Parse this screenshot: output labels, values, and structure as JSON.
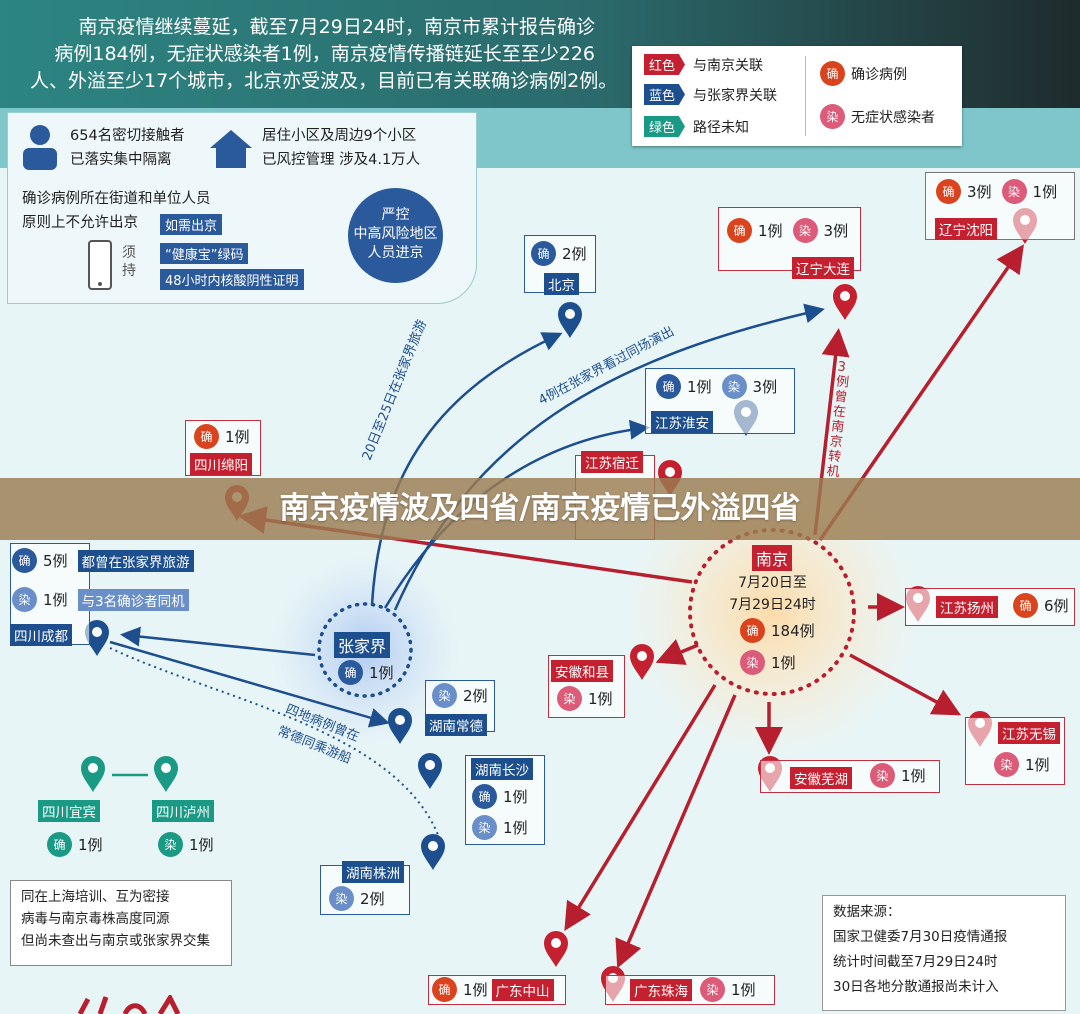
{
  "header": {
    "summary": [
      "南京疫情继续蔓延，截至7月29日24时，南京市累计报告确诊",
      "病例184例，无症状感染者1例，南京疫情传播链延长至至少226",
      "人、外溢至少17个城市，北京亦受波及，目前已有关联确诊病例2例。"
    ]
  },
  "legend": {
    "red_tag": "红色",
    "red_text": "与南京关联",
    "blue_tag": "蓝色",
    "blue_text": "与张家界关联",
    "green_tag": "绿色",
    "green_text": "路径未知",
    "confirmed_icon": "确",
    "confirmed_text": "确诊病例",
    "asym_icon": "染",
    "asym_text": "无症状感染者"
  },
  "measures": {
    "contacts_1": "654名密切接触者",
    "contacts_2": "已落实集中隔离",
    "community_1": "居住小区及周边9个小区",
    "community_2": "已风控管理 涉及4.1万人",
    "street_1": "确诊病例所在街道和单位人员",
    "street_2": "原则上不允许出京",
    "if_leave": "如需出京",
    "must": "须持",
    "code": "“健康宝”绿码",
    "test": "48小时内核酸阴性证明",
    "strict": [
      "严控",
      "中高风险地区",
      "人员进京"
    ]
  },
  "icons": {
    "q": "确",
    "r": "染"
  },
  "cities": {
    "beijing": {
      "name": "北京",
      "q": "2例"
    },
    "dalian": {
      "name": "辽宁大连",
      "q": "1例",
      "r": "3例"
    },
    "shenyang": {
      "name": "辽宁沈阳",
      "q": "3例",
      "r": "1例"
    },
    "huaian": {
      "name": "江苏淮安",
      "q": "1例",
      "r": "3例"
    },
    "mianyang": {
      "name": "四川绵阳",
      "q": "1例"
    },
    "suqian": {
      "name": "江苏宿迁"
    },
    "chengdu": {
      "name": "四川成都",
      "q": "5例",
      "q_note": "都曾在张家界旅游",
      "r": "1例",
      "r_note": "与3名确诊者同机"
    },
    "zhangjiajie": {
      "name": "张家界",
      "q": "1例"
    },
    "changde": {
      "name": "湖南常德",
      "r": "2例"
    },
    "changsha": {
      "name": "湖南长沙",
      "q": "1例",
      "r": "1例"
    },
    "zhuzhou": {
      "name": "湖南株洲",
      "r": "2例"
    },
    "yibin": {
      "name": "四川宜宾",
      "q": "1例"
    },
    "luzhou": {
      "name": "四川泸州",
      "r": "1例"
    },
    "nanjing": {
      "name": "南京",
      "date1": "7月20日至",
      "date2": "7月29日24时",
      "q": "184例",
      "r": "1例"
    },
    "yangzhou": {
      "name": "江苏扬州",
      "q": "6例"
    },
    "hexian": {
      "name": "安徽和县",
      "r": "1例"
    },
    "wuhu": {
      "name": "安徽芜湖",
      "r": "1例"
    },
    "wuxi": {
      "name": "江苏无锡",
      "r": "1例"
    },
    "zhongshan": {
      "name": "广东中山",
      "q": "1例"
    },
    "zhuhai": {
      "name": "广东珠海",
      "r": "1例"
    }
  },
  "routes": {
    "zjj_tour": "20日至25日在张家界旅游",
    "show": "4例在张家界看过同场演出",
    "transfer": "3例曾在南京转机",
    "boat_1": "四地病例曾在",
    "boat_2": "常德同乘游船"
  },
  "note": [
    "同在上海培训、互为密接",
    "病毒与南京毒株高度同源",
    "但尚未查出与南京或张家界交集"
  ],
  "source": [
    "数据来源：",
    "国家卫健委7月30日疫情通报",
    "统计时间截至7月29日24时",
    "30日各地分散通报尚未计入"
  ],
  "banner": "南京疫情波及四省/南京疫情已外溢四省",
  "colors": {
    "red": "#c4202f",
    "blue": "#1d4f8f",
    "green": "#1a9a85",
    "confirmed": "#d9441e",
    "asym": "#dc5b79"
  }
}
